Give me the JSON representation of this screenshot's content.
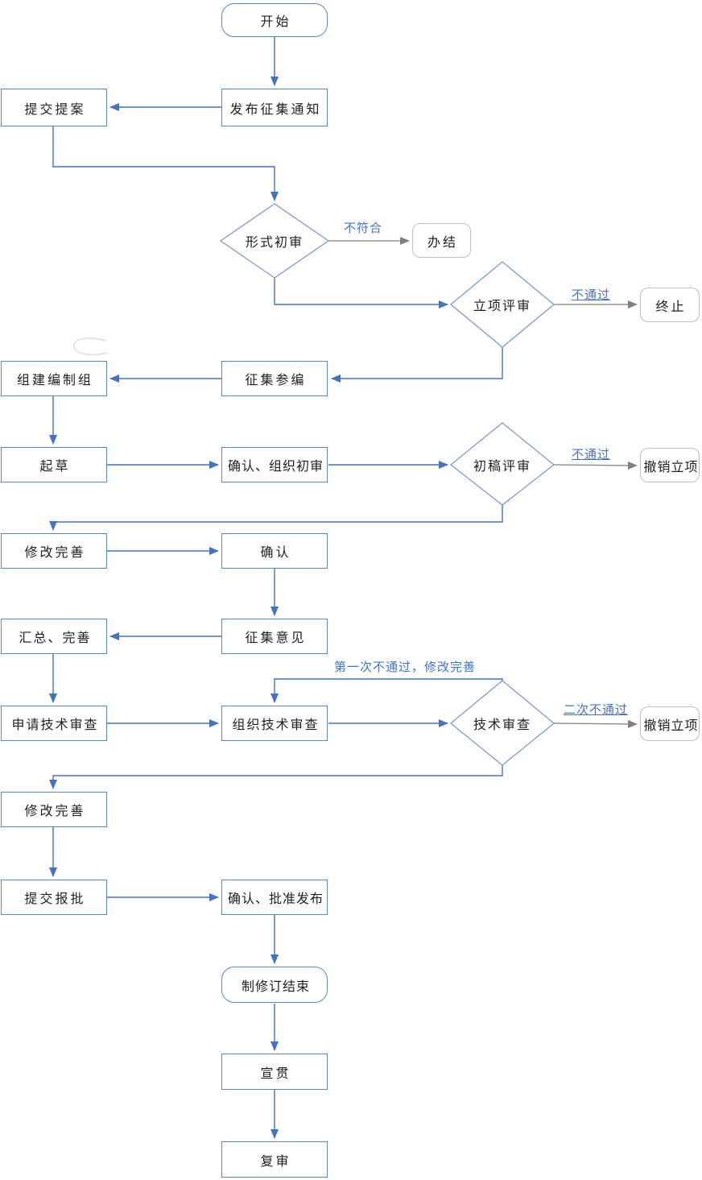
{
  "diagram": {
    "type": "flowchart",
    "language": "zh-CN",
    "nodes": {
      "start": "开始",
      "publish_notice": "发布征集通知",
      "submit_proposal": "提交提案",
      "formal_review": "形式初审",
      "close_case": "办结",
      "project_review": "立项评审",
      "terminate": "终止",
      "recruit_participants": "征集参编",
      "form_drafting_group": "组建编制组",
      "draft": "起草",
      "confirm_initial_review": "确认、组织初审",
      "first_draft_review": "初稿评审",
      "revoke_project_1": "撤销立项",
      "revise_improve_1": "修改完善",
      "confirm": "确认",
      "solicit_opinions": "征集意见",
      "summarize_improve": "汇总、完善",
      "apply_tech_review": "申请技术审查",
      "organize_tech_review": "组织技术审查",
      "tech_review": "技术审查",
      "revoke_project_2": "撤销立项",
      "revise_improve_2": "修改完善",
      "submit_approval": "提交报批",
      "confirm_approve_publish": "确认、批准发布",
      "revision_end": "制修订结束",
      "promote": "宣贯",
      "reexamine": "复审"
    },
    "edge_labels": {
      "non_conform": "不符合",
      "fail_project": "不通过",
      "fail_draft": "不通过",
      "first_fail_revise": "第一次不通过，修改完善",
      "second_fail": "二次不通过"
    },
    "colors": {
      "flow_blue": "#4472c4",
      "box_border_blue": "#5b85cb",
      "diamond_blue": "#7c9ad6",
      "gray_line": "#808080",
      "gray_border": "#bfbfbf",
      "label_blue": "#4472c4"
    }
  }
}
